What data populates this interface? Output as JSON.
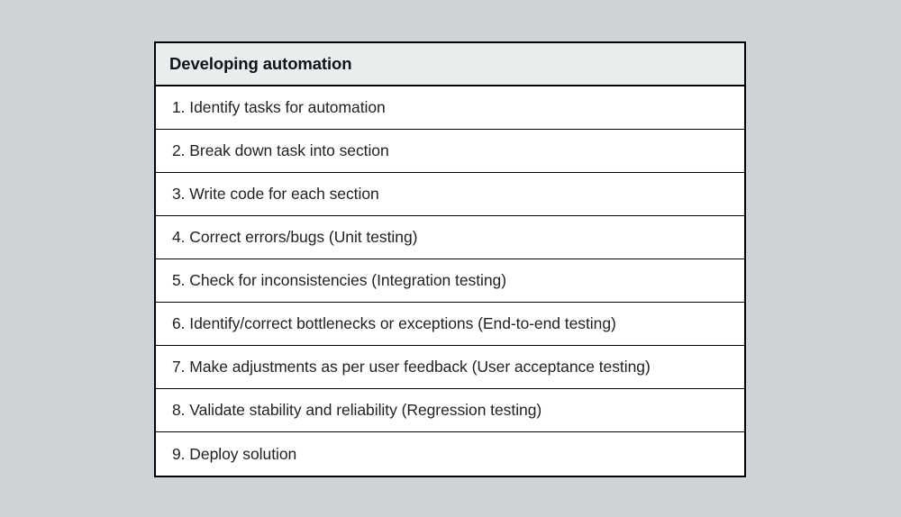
{
  "page": {
    "background_color": "#ced3d8"
  },
  "table": {
    "header": {
      "title": "Developing automation",
      "background_color": "#e9edee",
      "text_color": "#111316"
    },
    "border_color": "#000000",
    "row_background_color": "#ffffff",
    "row_text_color": "#1f2023",
    "rows": [
      {
        "text": "1. Identify tasks for automation"
      },
      {
        "text": "2. Break down task into section"
      },
      {
        "text": "3. Write code for each section"
      },
      {
        "text": "4. Correct errors/bugs (Unit testing)"
      },
      {
        "text": "5. Check for inconsistencies (Integration testing)"
      },
      {
        "text": "6. Identify/correct bottlenecks or exceptions (End-to-end testing)"
      },
      {
        "text": "7. Make adjustments as per user feedback (User acceptance testing)"
      },
      {
        "text": "8. Validate stability and reliability (Regression testing)"
      },
      {
        "text": "9. Deploy solution"
      }
    ]
  }
}
